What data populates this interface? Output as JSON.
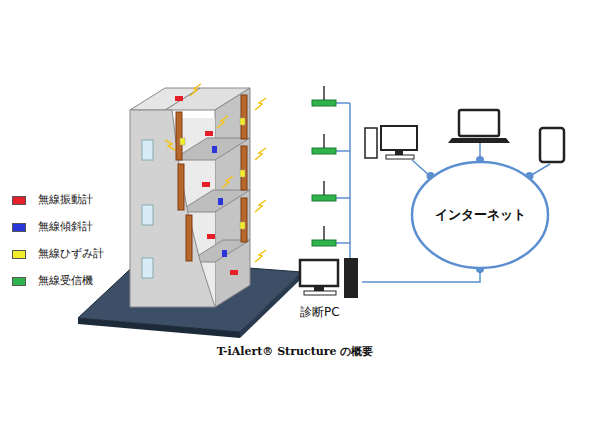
{
  "diagram": {
    "caption": "T-iAlert® Structure の概要",
    "nodes": [
      {
        "text": [
          "インターネット"
        ]
      },
      {
        "text": [
          "診断PC"
        ]
      }
    ],
    "edges": [
      {
        "from": 1,
        "to": 0,
        "arrow": "none"
      }
    ],
    "legend": [
      {
        "text": "無線振動計",
        "color": "#e5202b"
      },
      {
        "text": "無線傾斜計",
        "color": "#2b36d9"
      },
      {
        "text": "無線ひずみ計",
        "color": "#f2ee2a"
      },
      {
        "text": "無線受信機",
        "color": "#2fb34c"
      }
    ]
  }
}
